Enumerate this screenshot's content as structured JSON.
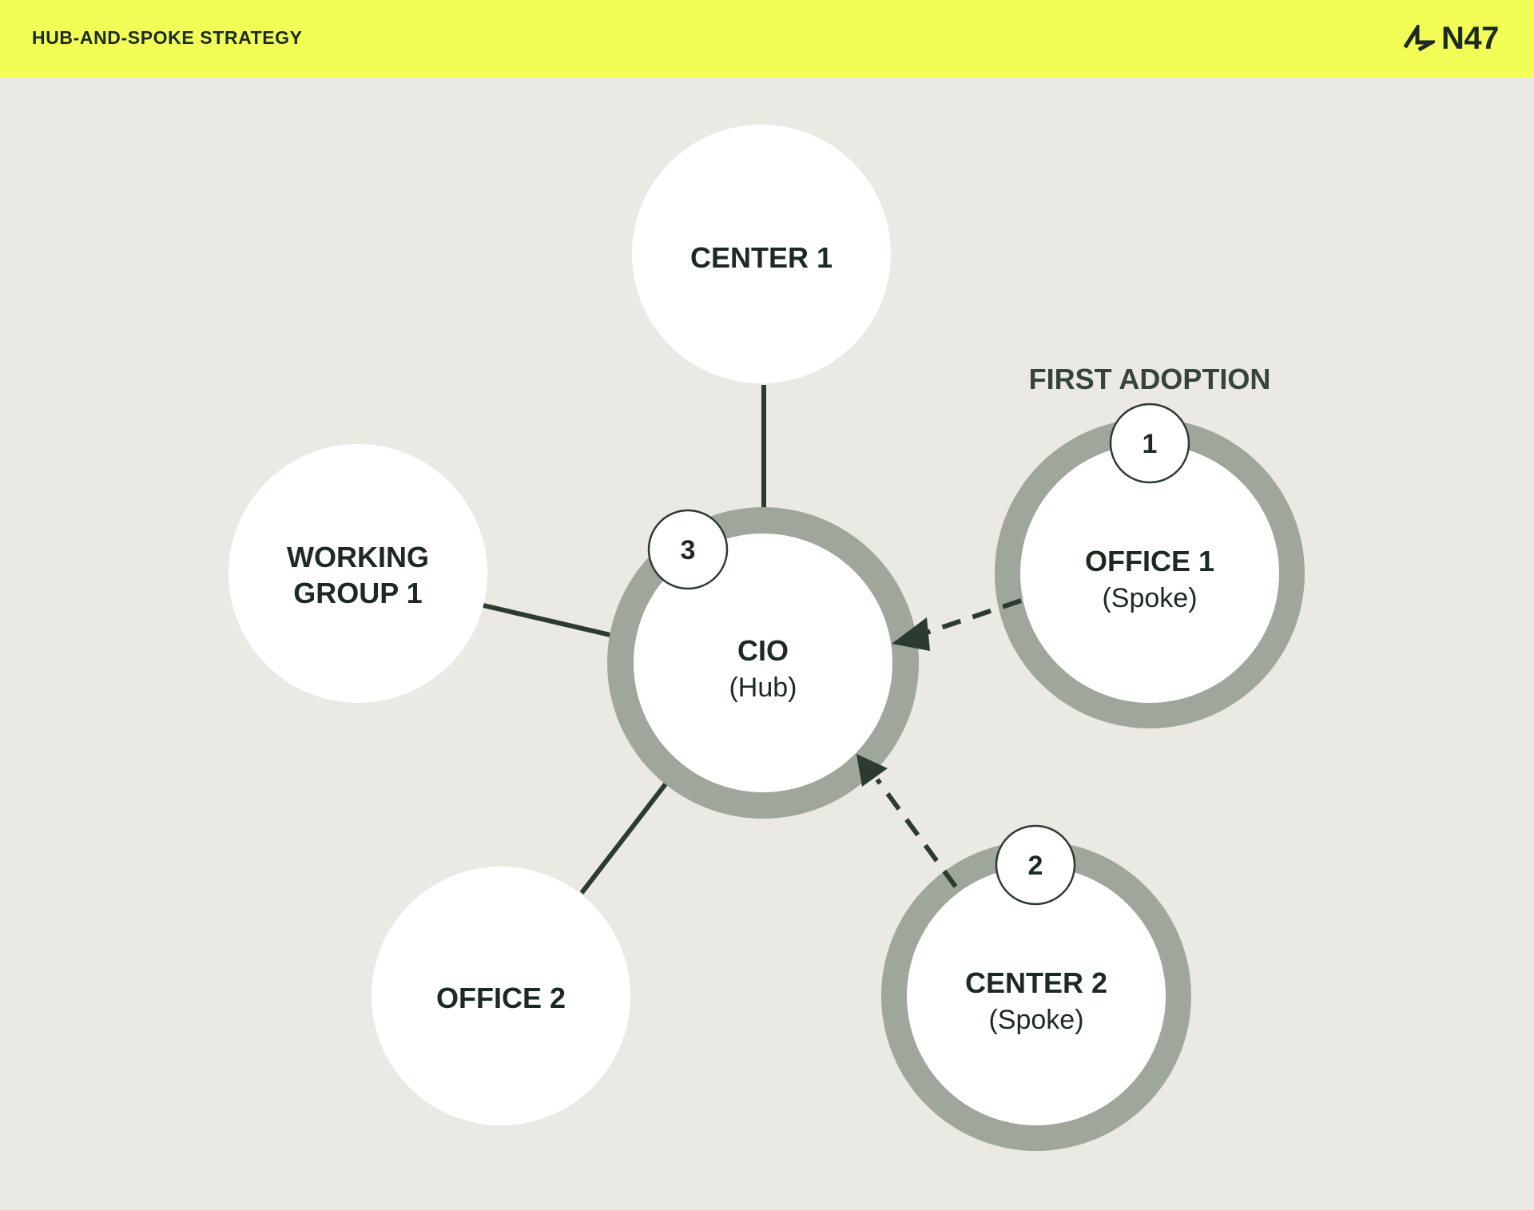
{
  "header": {
    "title": "HUB-AND-SPOKE STRATEGY",
    "logo_text": "N47"
  },
  "colors": {
    "header_bg": "#F2FE56",
    "page_bg": "#EAE9E4",
    "ring": "#9FA69C",
    "line": "#2C3B31",
    "text": "#1C2A22",
    "node_fill": "#FFFFFF"
  },
  "nodes": {
    "center1": {
      "title": "CENTER 1"
    },
    "working_group1": {
      "title_line1": "WORKING",
      "title_line2": "GROUP 1"
    },
    "cio": {
      "title": "CIO",
      "subtitle": "(Hub)"
    },
    "office1": {
      "title": "OFFICE 1",
      "subtitle": "(Spoke)"
    },
    "office2": {
      "title": "OFFICE 2"
    },
    "center2": {
      "title": "CENTER 2",
      "subtitle": "(Spoke)"
    }
  },
  "badges": {
    "office1": "1",
    "center2": "2",
    "cio": "3"
  },
  "annotation": {
    "first_adoption": "FIRST ADOPTION"
  }
}
